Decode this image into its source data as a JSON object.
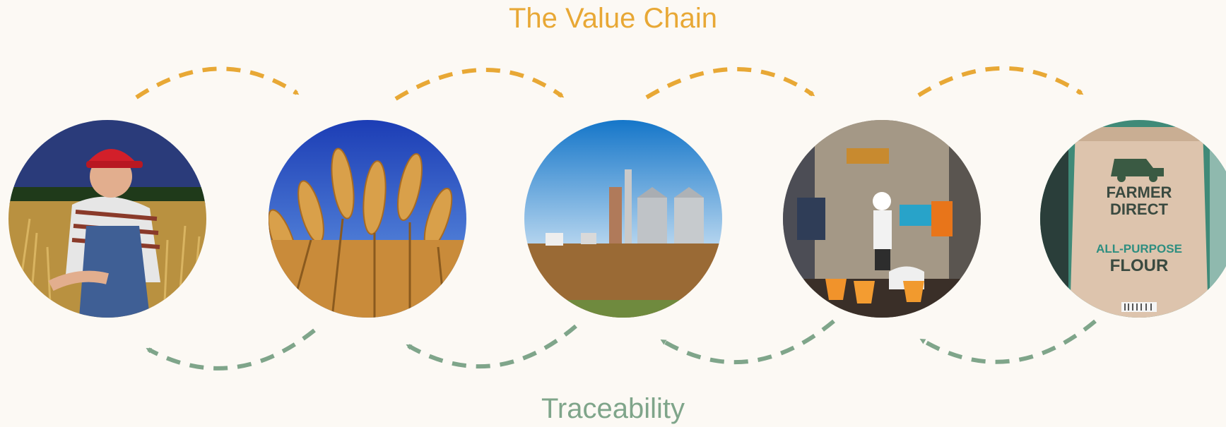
{
  "title": "The Value Chain",
  "subtitle": "Traceability",
  "colors": {
    "forward": "#e8a835",
    "backward": "#7fa58a",
    "background": "#fcf9f4"
  },
  "stages": [
    {
      "name": "farmer",
      "icon": "farmer-photo"
    },
    {
      "name": "wheat",
      "icon": "wheat-photo"
    },
    {
      "name": "grain-elevator",
      "icon": "grain-elevator-photo"
    },
    {
      "name": "mill",
      "icon": "flour-mill-photo"
    },
    {
      "name": "flour-bag",
      "icon": "flour-bag-photo"
    }
  ],
  "flour_bag": {
    "brand_line1": "FARMER",
    "brand_line2": "DIRECT",
    "product_line1": "ALL-PURPOSE",
    "product_line2": "FLOUR"
  }
}
